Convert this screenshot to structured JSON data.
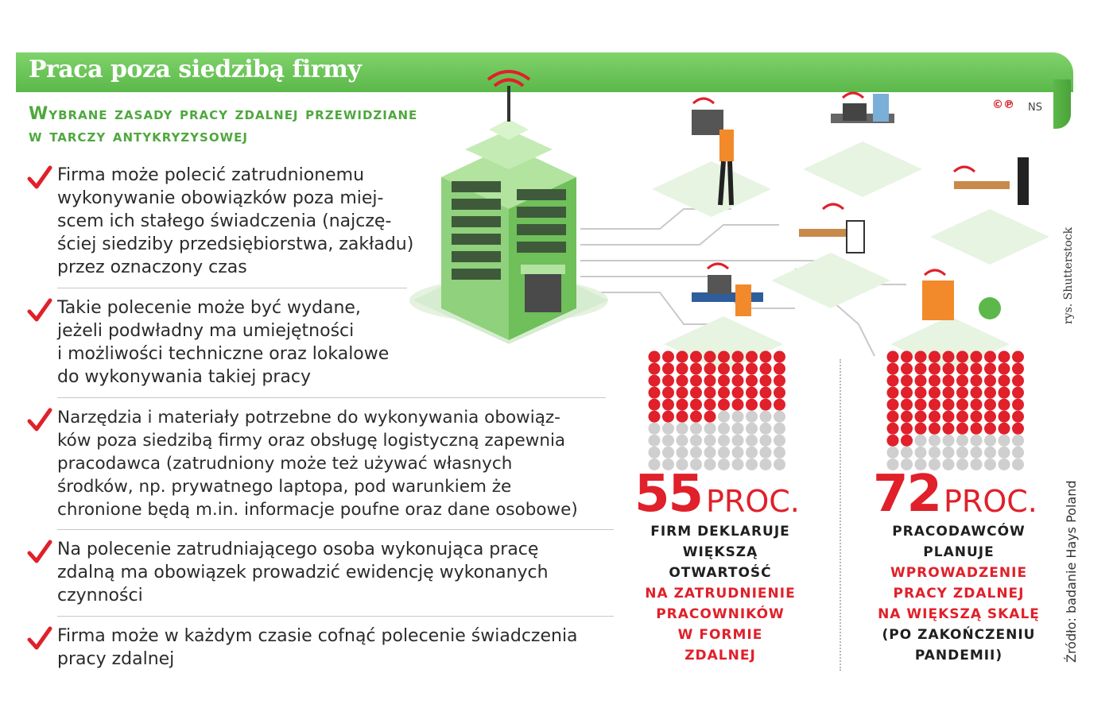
{
  "header": {
    "title": "Praca poza siedzibą firmy",
    "subtitle_line1": "Wybrane zasady pracy zdalnej przewidziane",
    "subtitle_line2": "w tarczy antykryzysowej",
    "copyright": "©℗",
    "author_initials": "NS"
  },
  "rules": [
    {
      "text": "Firma może polecić zatrudnionemu\nwykonywanie obowiązków poza miej-\nscem ich stałego świadczenia (najczę-\nściej siedziby przedsiębiorstwa, zakładu)\nprzez oznaczony czas"
    },
    {
      "text": "Takie polecenie może być wydane,\njeżeli podwładny ma umiejętności\ni możliwości techniczne oraz lokalowe\ndo wykonywania takiej pracy"
    },
    {
      "text": "Narzędzia i materiały potrzebne do wykonywania obowiąz-\nków poza siedzibą firmy oraz obsługę logistyczną zapewnia\npracodawca (zatrudniony może też używać własnych\nśrodków, np. prywatnego laptopa, pod warunkiem że\nchronione będą m.in. informacje poufne oraz dane osobowe)"
    },
    {
      "text": "Na polecenie zatrudniającego osoba wykonująca pracę\nzdalną ma obowiązek prowadzić ewidencję wykonanych\nczynności"
    },
    {
      "text": "Firma może w każdym czasie cofnąć polecenie świadczenia\npracy zdalnej"
    }
  ],
  "stats": [
    {
      "value": 55,
      "number": "55",
      "unit": "PROC.",
      "desc_dark": [
        "FIRM DEKLARUJE",
        "WIĘKSZĄ",
        "OTWARTOŚĆ"
      ],
      "desc_red": [
        "NA ZATRUDNIENIE",
        "PRACOWNIKÓW",
        "W FORMIE",
        "ZDALNEJ"
      ]
    },
    {
      "value": 72,
      "number": "72",
      "unit": "PROC.",
      "desc_dark_top": [
        "PRACODAWCÓW",
        "PLANUJE"
      ],
      "desc_red": [
        "WPROWADZENIE",
        "PRACY ZDALNEJ",
        "NA WIĘKSZĄ SKALĘ"
      ],
      "desc_dark_bottom": [
        "(PO ZAKOŃCZENIU",
        "PANDEMII)"
      ]
    }
  ],
  "credit": "rys. Shutterstock",
  "source": "Źródło: badanie Hays Poland",
  "colors": {
    "green": "#5cb84a",
    "subtitle_green": "#4fa83e",
    "red": "#e0202a",
    "dot_gray": "#cfcfcf"
  },
  "icons": [
    "check-icon",
    "office-building-icon",
    "wifi-icon",
    "workstation-icon"
  ]
}
